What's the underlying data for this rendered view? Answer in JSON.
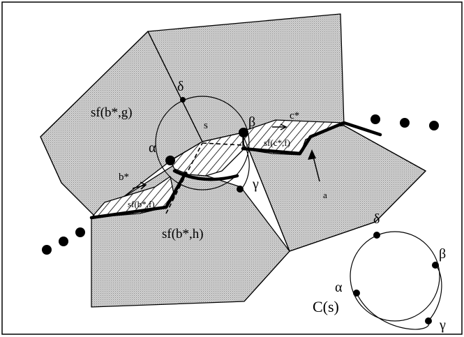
{
  "regions": {
    "top_left": "sf(b*,g)",
    "bottom": "sf(b*,h)",
    "wedge_left": "sf(b*,f)",
    "wedge_right": "sf(c*,f)"
  },
  "labels": {
    "center_vertex": "s",
    "edge_left": "b*",
    "edge_right": "c*",
    "arrow_label": "a"
  },
  "circle_points": {
    "alpha": "α",
    "beta": "β",
    "gamma": "γ",
    "delta": "δ"
  },
  "inset": {
    "title": "C(s)",
    "alpha": "α",
    "beta": "β",
    "gamma": "γ",
    "delta": "δ"
  },
  "colors": {
    "fill": "#c6c6c6",
    "line": "#000000",
    "background": "#ffffff"
  }
}
